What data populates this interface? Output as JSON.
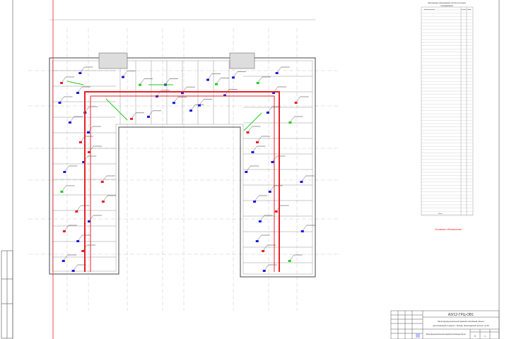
{
  "drawing": {
    "sheet_code": "АЗ/12-ГРЦ-ОВ1",
    "project_title": "Многофункциональный административный объект",
    "project_subtitle": "расположенный по адресу: г.Москва, Ленинградский проспект, вл.36",
    "sheet_name": "Многофункциональный административный объект",
    "stage": "П",
    "sheet_no": "4",
    "table_title": "Экспликация оборудования систем отопления",
    "table_subtitle": "Спецификация",
    "table_headers": [
      "Наименование",
      "Кол-во",
      "Прим."
    ],
    "table_total_label": "Итого",
    "note_red": "Условные обозначения",
    "accent_red": "#e8202a",
    "accent_blue": "#1a1adc",
    "accent_green": "#22cc22"
  }
}
